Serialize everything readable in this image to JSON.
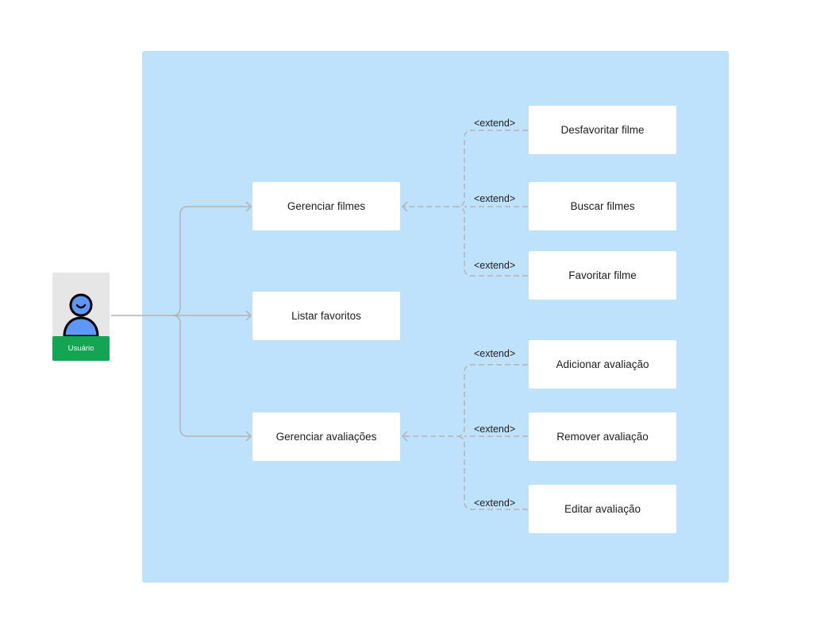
{
  "actor": {
    "label": "Usuário",
    "icon": "user-icon"
  },
  "use_cases": {
    "gerenciar_filmes": "Gerenciar filmes",
    "listar_favoritos": "Listar favoritos",
    "gerenciar_avaliacoes": "Gerenciar avaliações"
  },
  "extensions": {
    "desfavoritar": "Desfavoritar filme",
    "buscar": "Buscar filmes",
    "favoritar": "Favoritar filme",
    "adicionar": "Adicionar avaliação",
    "remover": "Remover avaliação",
    "editar": "Editar avaliação"
  },
  "extend_label": "<extend>",
  "colors": {
    "system_fill": "#bfe2fc",
    "actor_badge": "#14a552",
    "actor_figure": "#5e97f6",
    "connector": "#b3b3b3"
  }
}
